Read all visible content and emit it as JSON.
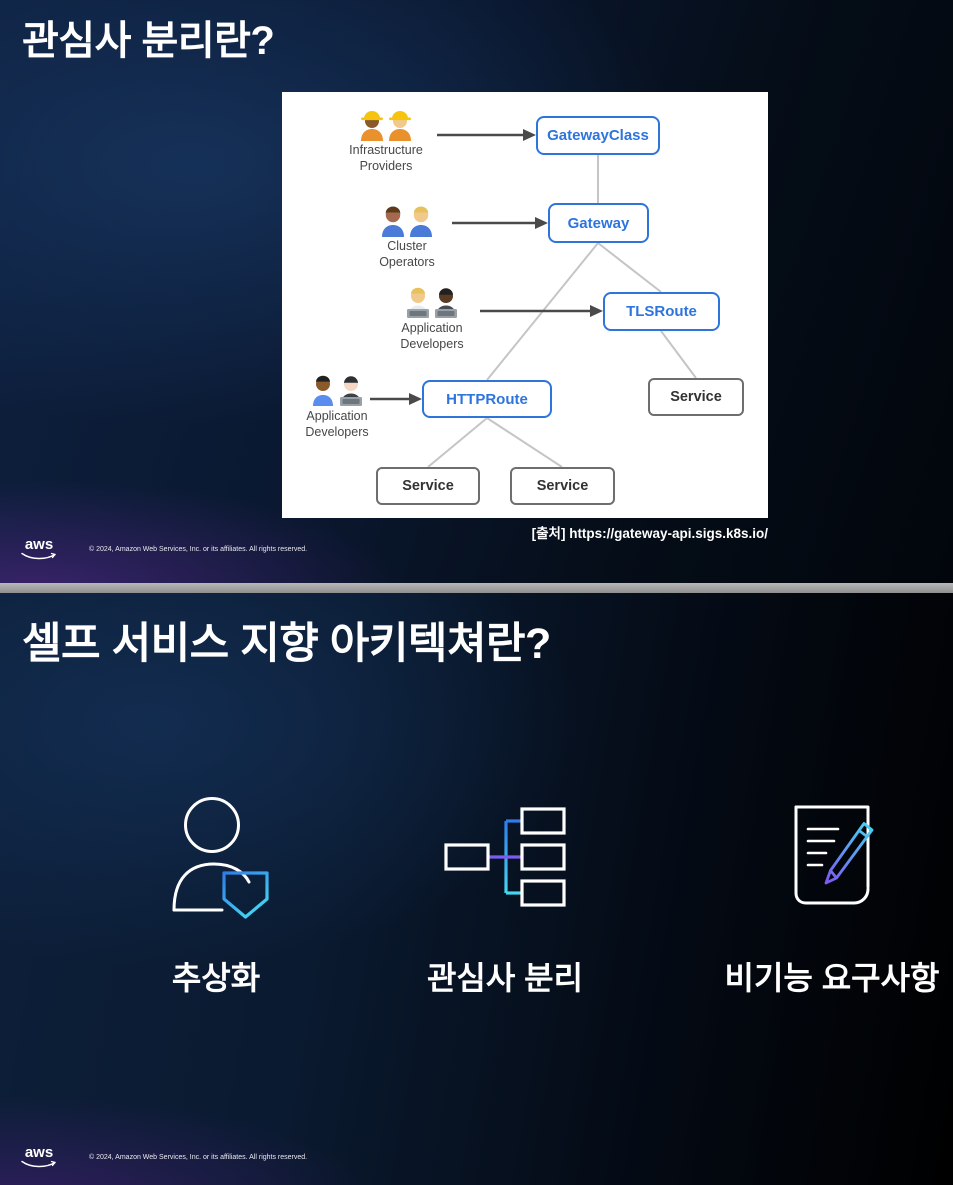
{
  "slide1": {
    "title": "관심사 분리란?",
    "citation": "[출처] https://gateway-api.sigs.k8s.io/",
    "diagram": {
      "personas": {
        "infra": {
          "line1": "Infrastructure",
          "line2": "Providers",
          "icon": "construction-workers-icon"
        },
        "cluster": {
          "line1": "Cluster",
          "line2": "Operators",
          "icon": "mechanics-icon"
        },
        "appdev1": {
          "line1": "Application",
          "line2": "Developers",
          "icon": "technologists-icon"
        },
        "appdev2": {
          "line1": "Application",
          "line2": "Developers",
          "icon": "technologists-icon"
        }
      },
      "nodes": {
        "gatewayclass": {
          "label": "GatewayClass"
        },
        "gateway": {
          "label": "Gateway"
        },
        "tlsroute": {
          "label": "TLSRoute"
        },
        "httproute": {
          "label": "HTTPRoute"
        },
        "service_r": {
          "label": "Service"
        },
        "service_bl": {
          "label": "Service"
        },
        "service_bm": {
          "label": "Service"
        }
      },
      "colors": {
        "node_blue": "#2e74dd",
        "node_gray_border": "#6e6e6e",
        "connector_line": "#c5c5c5",
        "arrow": "#4a4a4a",
        "panel_background": "#ffffff"
      }
    },
    "footer": {
      "logo_text": "aws",
      "copyright": "© 2024, Amazon Web Services, Inc. or its affiliates. All rights reserved."
    }
  },
  "slide2": {
    "title": "셀프 서비스 지향 아키텍쳐란?",
    "items": [
      {
        "label": "추상화",
        "icon": "user-shield-icon"
      },
      {
        "label": "관심사 분리",
        "icon": "hierarchy-tree-icon"
      },
      {
        "label": "비기능 요구사항",
        "icon": "document-edit-icon"
      }
    ],
    "accent_colors": {
      "blue": "#2f7de8",
      "cyan": "#45d7f2",
      "purple": "#7b5bf0",
      "white": "#ffffff"
    },
    "footer": {
      "logo_text": "aws",
      "copyright": "© 2024, Amazon Web Services, Inc. or its affiliates. All rights reserved."
    }
  }
}
